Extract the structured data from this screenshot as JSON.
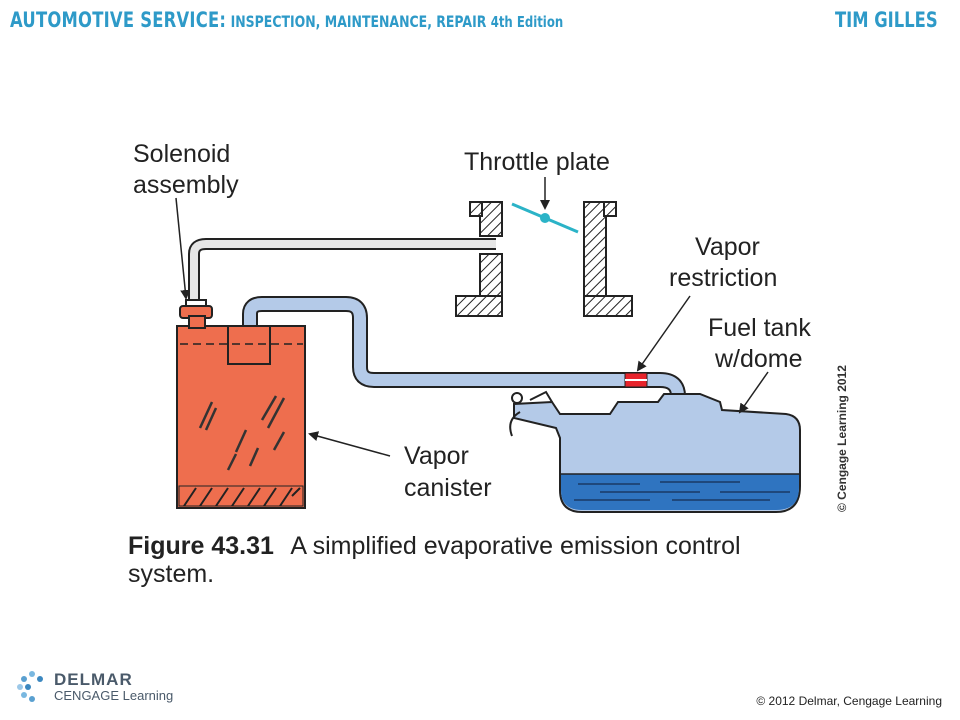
{
  "header": {
    "title_main": "AUTOMOTIVE SERVICE:",
    "title_sub": "INSPECTION, MAINTENANCE, REPAIR",
    "edition": "4th Edition",
    "author": "TIM GILLES"
  },
  "diagram": {
    "labels": {
      "solenoid_line1": "Solenoid",
      "solenoid_line2": "assembly",
      "throttle_plate": "Throttle plate",
      "vapor_restriction_line1": "Vapor",
      "vapor_restriction_line2": "restriction",
      "fuel_tank_line1": "Fuel tank",
      "fuel_tank_line2": "w/dome",
      "vapor_canister_line1": "Vapor",
      "vapor_canister_line2": "canister"
    },
    "vertical_credit": "© Cengage Learning 2012",
    "colors": {
      "canister": "#ee6e4e",
      "vapor_line": "#b4cae8",
      "fuel": "#2f74c0",
      "tank": "#b4cae8",
      "throttle_plate": "#2bb3c7",
      "restriction": "#e8242c",
      "vacuum_line": "#e6e6e6"
    }
  },
  "caption": {
    "number": "Figure 43.31",
    "text_line1": "A simplified evaporative emission control",
    "text_line2": "system."
  },
  "footer": {
    "logo_name": "DELMAR",
    "logo_sub": "CENGAGE Learning",
    "copyright": "© 2012 Delmar, Cengage Learning"
  }
}
